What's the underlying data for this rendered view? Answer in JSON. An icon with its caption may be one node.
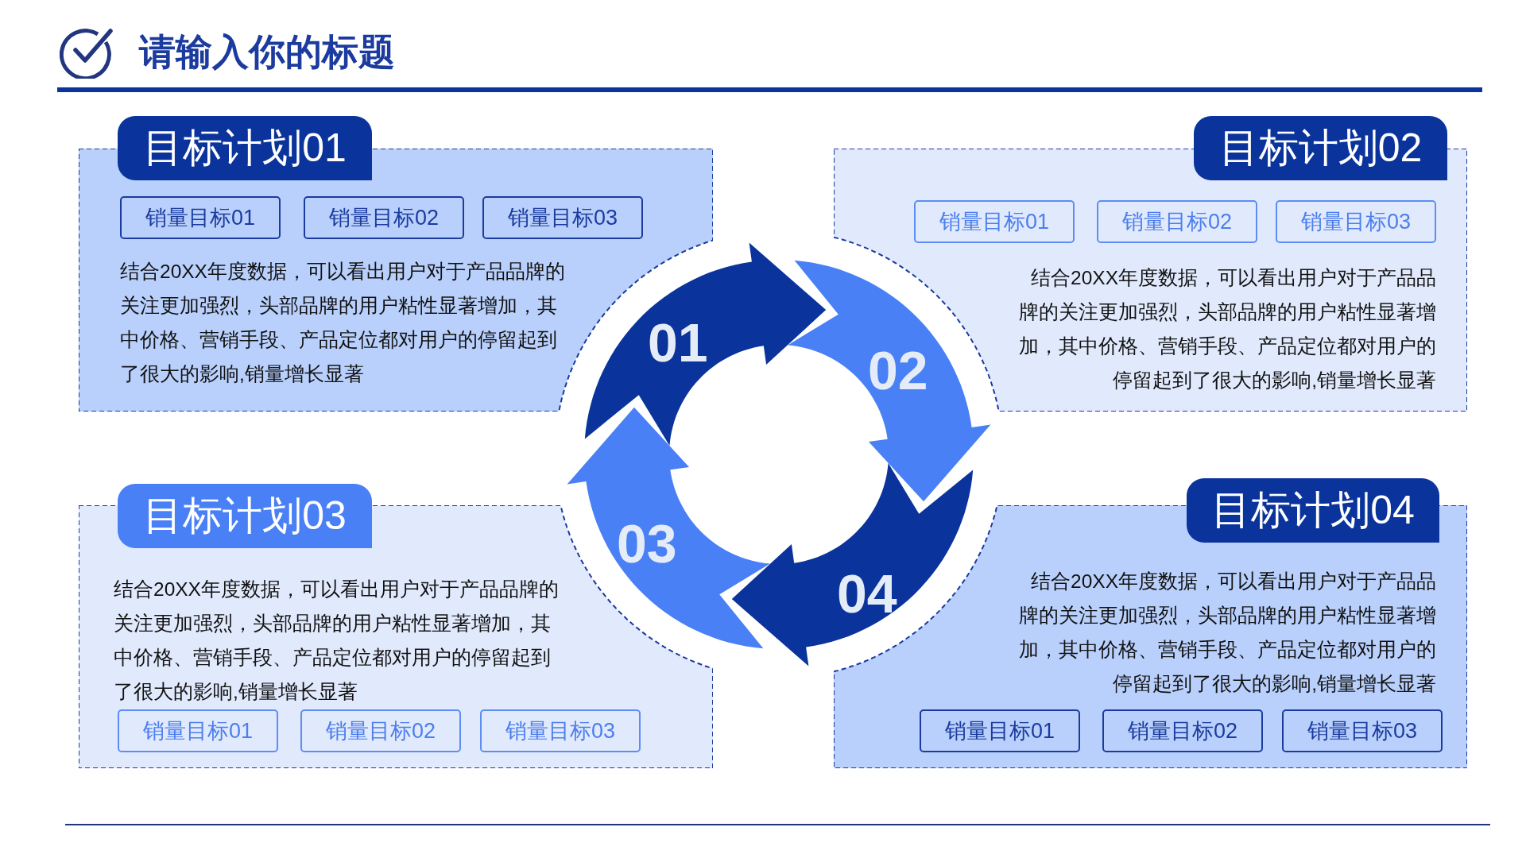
{
  "diagram": {
    "title": "请输入你的标题",
    "nodes": [
      {
        "text": [
          "目标计划01",
          "结合20XX年度数据，可以看出用户对于产品品牌的关注更加强烈，头部品牌的用户粘性显著增加，其中价格、营销手段、产品定位都对用户的停留起到了很大的影响,销量增长显著"
        ]
      },
      {
        "text": [
          "销量目标01"
        ],
        "in": 0
      },
      {
        "text": [
          "销量目标02"
        ],
        "in": 0
      },
      {
        "text": [
          "销量目标03"
        ],
        "in": 0
      },
      {
        "text": [
          "目标计划02",
          "结合20XX年度数据，可以看出用户对于产品品牌的关注更加强烈，头部品牌的用户粘性显著增加，其中价格、营销手段、产品定位都对用户的停留起到了很大的影响,销量增长显著"
        ]
      },
      {
        "text": [
          "销量目标01"
        ],
        "in": 4
      },
      {
        "text": [
          "销量目标02"
        ],
        "in": 4
      },
      {
        "text": [
          "销量目标03"
        ],
        "in": 4
      },
      {
        "text": [
          "目标计划03",
          "结合20XX年度数据，可以看出用户对于产品品牌的关注更加强烈，头部品牌的用户粘性显著增加，其中价格、营销手段、产品定位都对用户的停留起到了很大的影响,销量增长显著"
        ]
      },
      {
        "text": [
          "销量目标01"
        ],
        "in": 8
      },
      {
        "text": [
          "销量目标02"
        ],
        "in": 8
      },
      {
        "text": [
          "销量目标03"
        ],
        "in": 8
      },
      {
        "text": [
          "目标计划04",
          "结合20XX年度数据，可以看出用户对于产品品牌的关注更加强烈，头部品牌的用户粘性显著增加，其中价格、营销手段、产品定位都对用户的停留起到了很大的影响,销量增长显著"
        ]
      },
      {
        "text": [
          "销量目标01"
        ],
        "in": 12
      },
      {
        "text": [
          "销量目标02"
        ],
        "in": 12
      },
      {
        "text": [
          "销量目标03"
        ],
        "in": 12
      },
      {
        "text": [
          "01"
        ]
      },
      {
        "text": [
          "02"
        ]
      },
      {
        "text": [
          "03"
        ]
      },
      {
        "text": [
          "04"
        ]
      }
    ]
  }
}
